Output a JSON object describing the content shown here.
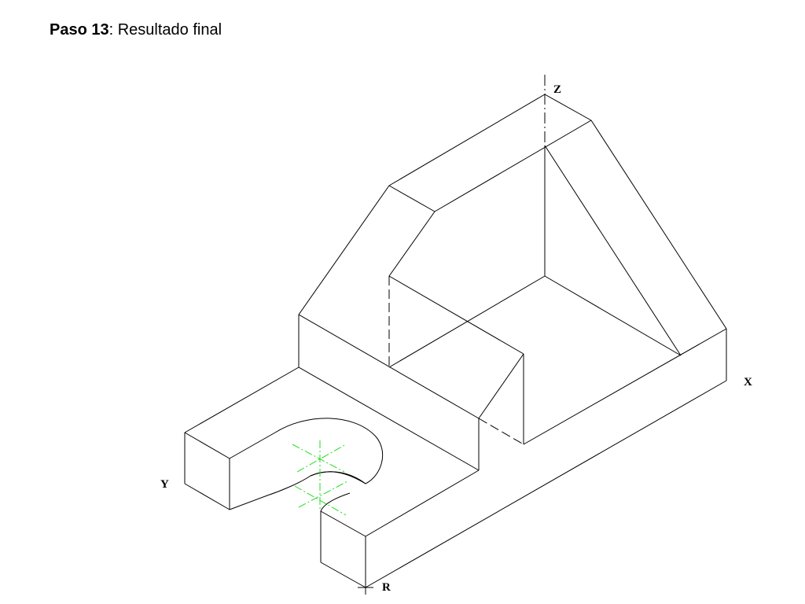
{
  "heading": {
    "step": "Paso 13",
    "separator": ":",
    "text": " Resultado final"
  },
  "axes": {
    "z": "Z",
    "x": "X",
    "y": "Y",
    "origin": "R"
  },
  "colors": {
    "line": "#000000",
    "center_lines": "#22dd22",
    "background": "#ffffff"
  }
}
